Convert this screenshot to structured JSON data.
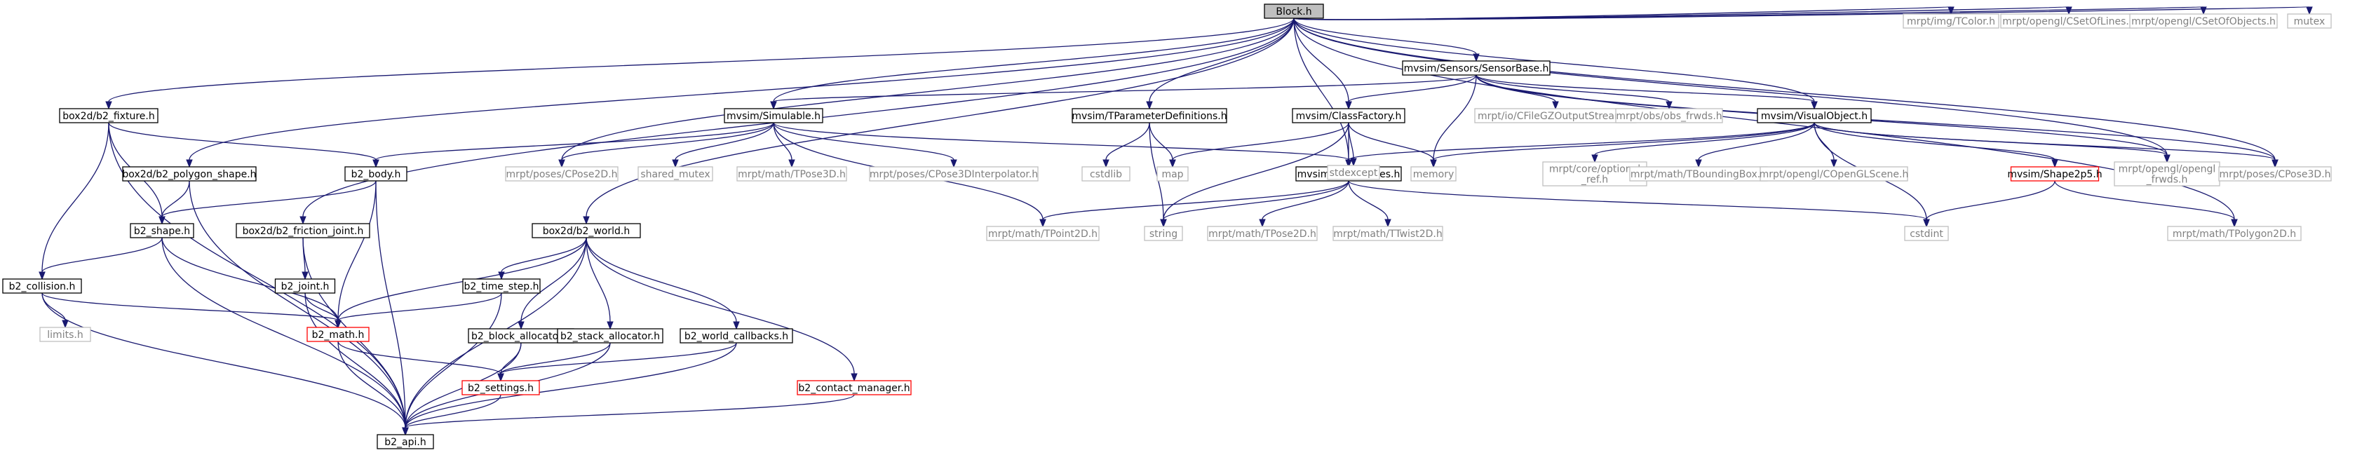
{
  "colors": {
    "edge": "#191970",
    "root_fill": "#bfbfbf",
    "node_border": "#000000",
    "external_border": "#bfbfbf",
    "truncated_border": "#ff0000",
    "external_text": "#808080",
    "node_text": "#000000"
  },
  "nodes": [
    {
      "id": "block",
      "label": "Block.h",
      "kind": "root"
    },
    {
      "id": "b2fixture",
      "label": "box2d/b2_fixture.h",
      "kind": "normal"
    },
    {
      "id": "b2polyshape",
      "label": "box2d/b2_polygon_shape.h",
      "kind": "normal"
    },
    {
      "id": "b2friction",
      "label": "box2d/b2_friction_joint.h",
      "kind": "normal"
    },
    {
      "id": "b2world",
      "label": "box2d/b2_world.h",
      "kind": "normal"
    },
    {
      "id": "simulable",
      "label": "mvsim/Simulable.h",
      "kind": "normal"
    },
    {
      "id": "tparam",
      "label": "mvsim/TParameterDefinitions.h",
      "kind": "normal"
    },
    {
      "id": "sensorbase",
      "label": "mvsim/Sensors/SensorBase.h",
      "kind": "normal"
    },
    {
      "id": "classfactory",
      "label": "mvsim/ClassFactory.h",
      "kind": "normal"
    },
    {
      "id": "visualobject",
      "label": "mvsim/VisualObject.h",
      "kind": "normal"
    },
    {
      "id": "basictypes",
      "label": "mvsim/basic_types.h",
      "kind": "normal"
    },
    {
      "id": "shape2p5",
      "label": "mvsim/Shape2p5.h",
      "kind": "truncated"
    },
    {
      "id": "b2body",
      "label": "b2_body.h",
      "kind": "normal"
    },
    {
      "id": "b2shape",
      "label": "b2_shape.h",
      "kind": "normal"
    },
    {
      "id": "b2collision",
      "label": "b2_collision.h",
      "kind": "normal"
    },
    {
      "id": "b2joint",
      "label": "b2_joint.h",
      "kind": "normal"
    },
    {
      "id": "b2math",
      "label": "b2_math.h",
      "kind": "truncated"
    },
    {
      "id": "b2timestep",
      "label": "b2_time_step.h",
      "kind": "normal"
    },
    {
      "id": "b2blockalloc",
      "label": "b2_block_allocator.h",
      "kind": "normal"
    },
    {
      "id": "b2stackalloc",
      "label": "b2_stack_allocator.h",
      "kind": "normal"
    },
    {
      "id": "b2worldcb",
      "label": "b2_world_callbacks.h",
      "kind": "normal"
    },
    {
      "id": "b2settings",
      "label": "b2_settings.h",
      "kind": "truncated"
    },
    {
      "id": "b2contactmgr",
      "label": "b2_contact_manager.h",
      "kind": "truncated"
    },
    {
      "id": "b2api",
      "label": "b2_api.h",
      "kind": "normal"
    },
    {
      "id": "limits",
      "label": "limits.h",
      "kind": "external"
    },
    {
      "id": "tcolor",
      "label": "mrpt/img/TColor.h",
      "kind": "external"
    },
    {
      "id": "csetoflines",
      "label": "mrpt/opengl/CSetOfLines.h",
      "kind": "external"
    },
    {
      "id": "csetofobjects",
      "label": "mrpt/opengl/CSetOfObjects.h",
      "kind": "external"
    },
    {
      "id": "mutex",
      "label": "mutex",
      "kind": "external"
    },
    {
      "id": "cpose2d",
      "label": "mrpt/poses/CPose2D.h",
      "kind": "external"
    },
    {
      "id": "sharedmutex",
      "label": "shared_mutex",
      "kind": "external"
    },
    {
      "id": "tpose3d",
      "label": "mrpt/math/TPose3D.h",
      "kind": "external"
    },
    {
      "id": "cpose3dinterp",
      "label": "mrpt/poses/CPose3DInterpolator.h",
      "kind": "external"
    },
    {
      "id": "cstdlib",
      "label": "cstdlib",
      "kind": "external"
    },
    {
      "id": "map",
      "label": "map",
      "kind": "external"
    },
    {
      "id": "stdexcept",
      "label": "stdexcept",
      "kind": "external"
    },
    {
      "id": "memory",
      "label": "memory",
      "kind": "external"
    },
    {
      "id": "cfilegz",
      "label": "mrpt/io/CFileGZOutputStream.h",
      "kind": "external"
    },
    {
      "id": "obsfrwds",
      "label": "mrpt/obs/obs_frwds.h",
      "kind": "external"
    },
    {
      "id": "optionalref",
      "label": [
        "mrpt/core/optional",
        "_ref.h"
      ],
      "kind": "external"
    },
    {
      "id": "tboundingbox",
      "label": "mrpt/math/TBoundingBox.h",
      "kind": "external"
    },
    {
      "id": "copenglscene",
      "label": "mrpt/opengl/COpenGLScene.h",
      "kind": "external"
    },
    {
      "id": "openglfrwds",
      "label": [
        "mrpt/opengl/opengl",
        "_frwds.h"
      ],
      "kind": "external"
    },
    {
      "id": "cpose3d",
      "label": "mrpt/poses/CPose3D.h",
      "kind": "external"
    },
    {
      "id": "tpoint2d",
      "label": "mrpt/math/TPoint2D.h",
      "kind": "external"
    },
    {
      "id": "string",
      "label": "string",
      "kind": "external"
    },
    {
      "id": "tpose2d",
      "label": "mrpt/math/TPose2D.h",
      "kind": "external"
    },
    {
      "id": "ttwist2d",
      "label": "mrpt/math/TTwist2D.h",
      "kind": "external"
    },
    {
      "id": "cstdint",
      "label": "cstdint",
      "kind": "external"
    },
    {
      "id": "tpolygon2d",
      "label": "mrpt/math/TPolygon2D.h",
      "kind": "external"
    }
  ],
  "edges": [
    [
      "block",
      "b2fixture"
    ],
    [
      "block",
      "b2polyshape"
    ],
    [
      "block",
      "b2friction"
    ],
    [
      "block",
      "b2world"
    ],
    [
      "block",
      "simulable"
    ],
    [
      "block",
      "tparam"
    ],
    [
      "block",
      "sensorbase"
    ],
    [
      "block",
      "classfactory"
    ],
    [
      "block",
      "basictypes"
    ],
    [
      "block",
      "visualobject"
    ],
    [
      "block",
      "tcolor"
    ],
    [
      "block",
      "csetoflines"
    ],
    [
      "block",
      "csetofobjects"
    ],
    [
      "block",
      "mutex"
    ],
    [
      "block",
      "cpose2d"
    ],
    [
      "block",
      "openglfrwds"
    ],
    [
      "block",
      "cpose3d"
    ],
    [
      "block",
      "tpolygon2d"
    ],
    [
      "b2fixture",
      "b2body"
    ],
    [
      "b2fixture",
      "b2shape"
    ],
    [
      "b2fixture",
      "b2collision"
    ],
    [
      "b2fixture",
      "b2api"
    ],
    [
      "b2polyshape",
      "b2shape"
    ],
    [
      "b2polyshape",
      "b2api"
    ],
    [
      "b2friction",
      "b2joint"
    ],
    [
      "b2friction",
      "b2api"
    ],
    [
      "b2body",
      "b2shape"
    ],
    [
      "b2body",
      "b2math"
    ],
    [
      "b2body",
      "b2api"
    ],
    [
      "b2shape",
      "b2collision"
    ],
    [
      "b2shape",
      "b2math"
    ],
    [
      "b2shape",
      "b2api"
    ],
    [
      "b2collision",
      "limits"
    ],
    [
      "b2collision",
      "b2math"
    ],
    [
      "b2collision",
      "b2api"
    ],
    [
      "b2joint",
      "b2math"
    ],
    [
      "b2joint",
      "b2api"
    ],
    [
      "b2math",
      "b2settings"
    ],
    [
      "b2math",
      "b2api"
    ],
    [
      "b2world",
      "b2math"
    ],
    [
      "b2world",
      "b2timestep"
    ],
    [
      "b2world",
      "b2blockalloc"
    ],
    [
      "b2world",
      "b2stackalloc"
    ],
    [
      "b2world",
      "b2worldcb"
    ],
    [
      "b2world",
      "b2contactmgr"
    ],
    [
      "b2world",
      "b2api"
    ],
    [
      "b2timestep",
      "b2math"
    ],
    [
      "b2timestep",
      "b2api"
    ],
    [
      "b2blockalloc",
      "b2settings"
    ],
    [
      "b2blockalloc",
      "b2api"
    ],
    [
      "b2stackalloc",
      "b2settings"
    ],
    [
      "b2stackalloc",
      "b2api"
    ],
    [
      "b2worldcb",
      "b2settings"
    ],
    [
      "b2worldcb",
      "b2api"
    ],
    [
      "b2settings",
      "b2api"
    ],
    [
      "b2contactmgr",
      "b2api"
    ],
    [
      "simulable",
      "b2body"
    ],
    [
      "simulable",
      "cpose2d"
    ],
    [
      "simulable",
      "sharedmutex"
    ],
    [
      "simulable",
      "tpose3d"
    ],
    [
      "simulable",
      "cpose3dinterp"
    ],
    [
      "simulable",
      "basictypes"
    ],
    [
      "simulable",
      "tpoint2d"
    ],
    [
      "tparam",
      "cstdlib"
    ],
    [
      "tparam",
      "map"
    ],
    [
      "tparam",
      "string"
    ],
    [
      "sensorbase",
      "simulable"
    ],
    [
      "sensorbase",
      "classfactory"
    ],
    [
      "sensorbase",
      "visualobject"
    ],
    [
      "sensorbase",
      "memory"
    ],
    [
      "sensorbase",
      "cfilegz"
    ],
    [
      "sensorbase",
      "obsfrwds"
    ],
    [
      "sensorbase",
      "openglfrwds"
    ],
    [
      "sensorbase",
      "cpose3d"
    ],
    [
      "classfactory",
      "basictypes"
    ],
    [
      "classfactory",
      "map"
    ],
    [
      "classfactory",
      "stdexcept"
    ],
    [
      "classfactory",
      "memory"
    ],
    [
      "classfactory",
      "string"
    ],
    [
      "visualobject",
      "basictypes"
    ],
    [
      "visualobject",
      "memory"
    ],
    [
      "visualobject",
      "optionalref"
    ],
    [
      "visualobject",
      "tboundingbox"
    ],
    [
      "visualobject",
      "copenglscene"
    ],
    [
      "visualobject",
      "openglfrwds"
    ],
    [
      "visualobject",
      "cpose3d"
    ],
    [
      "visualobject",
      "shape2p5"
    ],
    [
      "visualobject",
      "cstdint"
    ],
    [
      "basictypes",
      "tpoint2d"
    ],
    [
      "basictypes",
      "string"
    ],
    [
      "basictypes",
      "tpose2d"
    ],
    [
      "basictypes",
      "ttwist2d"
    ],
    [
      "basictypes",
      "cstdint"
    ],
    [
      "shape2p5",
      "cstdint"
    ],
    [
      "shape2p5",
      "tpolygon2d"
    ]
  ]
}
